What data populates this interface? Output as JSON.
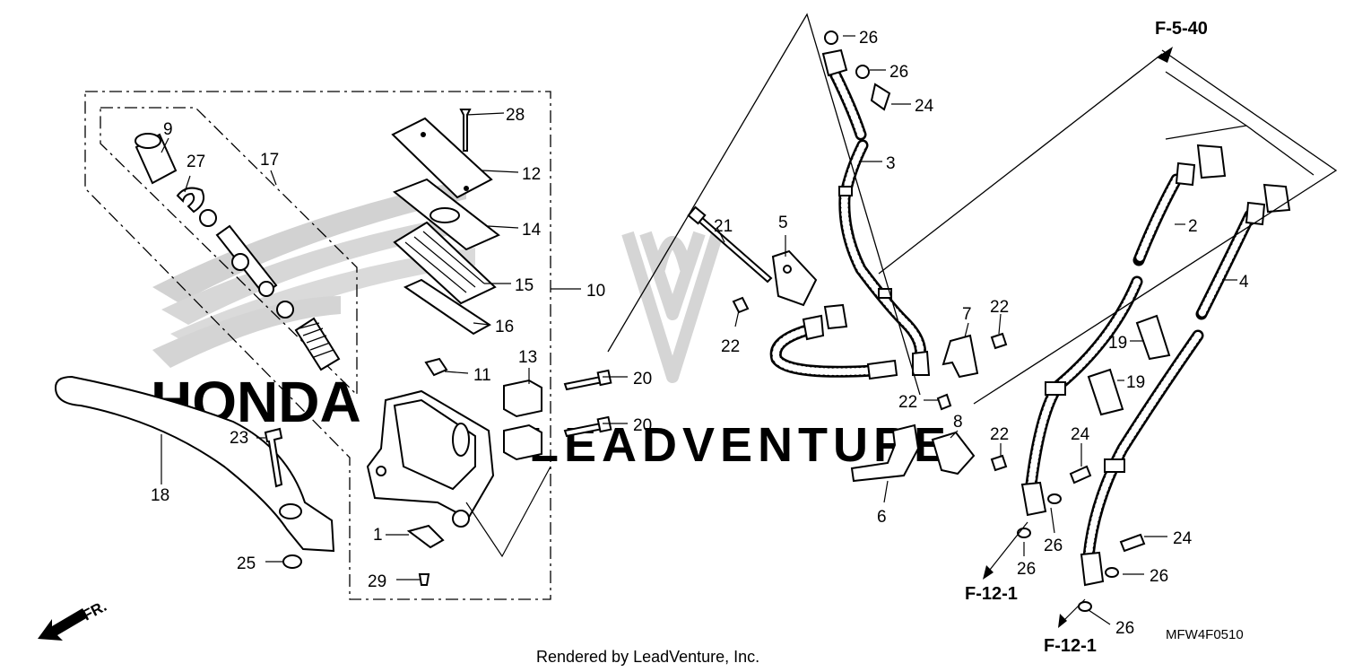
{
  "diagram": {
    "code": "MFW4F0510",
    "credit": "Rendered by LeadVenture, Inc.",
    "front_marker": "FR.",
    "watermark": "LEADVENTURE",
    "brand_watermark": "HONDA",
    "refs": {
      "top": "F-5-40",
      "bottom_left": "F-12-1",
      "bottom_right": "F-12-1"
    },
    "callouts": {
      "c1": "1",
      "c2": "2",
      "c3": "3",
      "c4": "4",
      "c5": "5",
      "c6": "6",
      "c7": "7",
      "c8": "8",
      "c9": "9",
      "c10": "10",
      "c11": "11",
      "c12": "12",
      "c13": "13",
      "c14": "14",
      "c15": "15",
      "c16": "16",
      "c17": "17",
      "c18": "18",
      "c19a": "19",
      "c19b": "19",
      "c20a": "20",
      "c20b": "20",
      "c21": "21",
      "c22a": "22",
      "c22b": "22",
      "c22c": "22",
      "c22d": "22",
      "c23": "23",
      "c24a": "24",
      "c24b": "24",
      "c24c": "24",
      "c25": "25",
      "c26a": "26",
      "c26b": "26",
      "c26c": "26",
      "c26d": "26",
      "c26e": "26",
      "c27": "27",
      "c28": "28",
      "c29": "29"
    }
  }
}
